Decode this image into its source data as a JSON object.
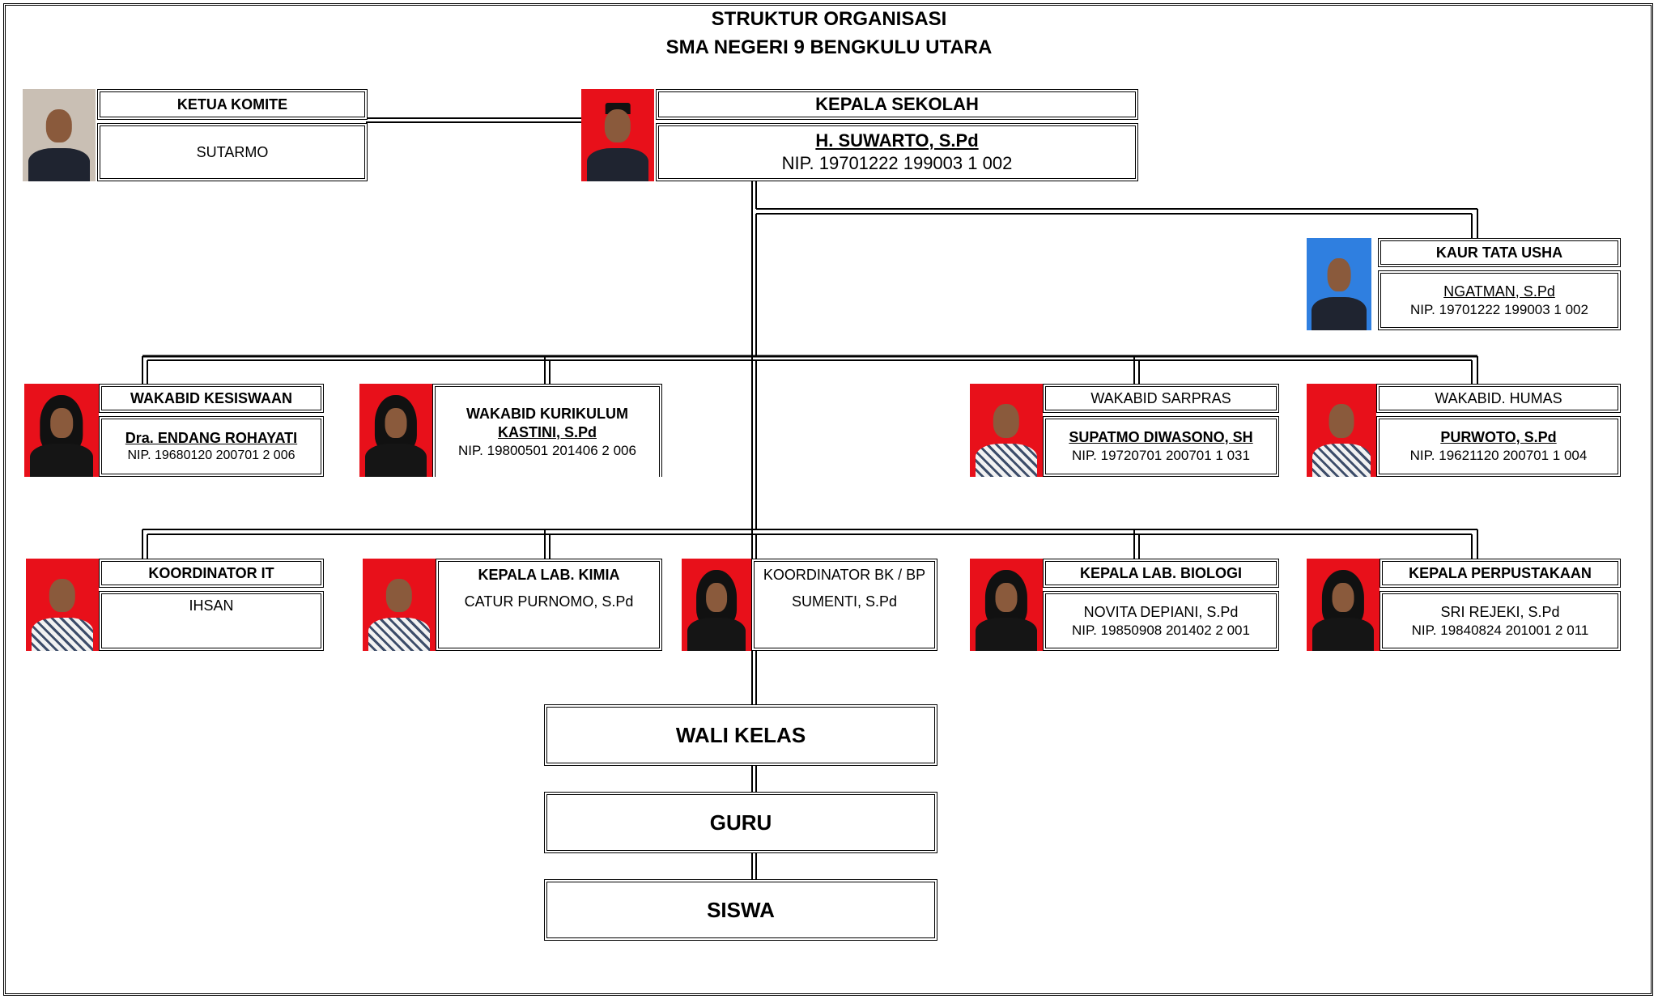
{
  "header": {
    "title": "STRUKTUR ORGANISASI",
    "subtitle": "SMA NEGERI 9 BENGKULU UTARA"
  },
  "people": {
    "ketua_komite": {
      "role": "KETUA KOMITE",
      "name": "SUTARMO"
    },
    "kepala_sekolah": {
      "role": "KEPALA SEKOLAH",
      "name": "H. SUWARTO, S.Pd",
      "nip": "NIP. 19701222 199003 1 002"
    },
    "kaur_tu": {
      "role": "KAUR TATA USHA",
      "name": "NGATMAN, S.Pd",
      "nip": "NIP.  19701222 199003 1 002"
    },
    "wakabid_kesiswaan": {
      "role": "WAKABID KESISWAAN",
      "name": "Dra. ENDANG ROHAYATI",
      "nip": "NIP. 19680120 200701 2 006"
    },
    "wakabid_kurikulum": {
      "role": "WAKABID KURIKULUM",
      "name": "KASTINI, S.Pd",
      "nip": "NIP. 19800501 201406 2 006"
    },
    "wakabid_sarpras": {
      "role": "WAKABID SARPRAS",
      "name": "SUPATMO DIWASONO, SH",
      "nip": "NIP. 19720701 200701 1 031"
    },
    "wakabid_humas": {
      "role": "WAKABID. HUMAS",
      "name": "PURWOTO, S.Pd",
      "nip": "NIP. 19621120 200701 1 004"
    },
    "koordinator_it": {
      "role": "KOORDINATOR IT",
      "name": "IHSAN"
    },
    "kepala_lab_kimia": {
      "role": "KEPALA  LAB. KIMIA",
      "name": "CATUR PURNOMO, S.Pd"
    },
    "koordinator_bk": {
      "role": "KOORDINATOR BK / BP",
      "name": "SUMENTI, S.Pd"
    },
    "kepala_lab_biologi": {
      "role": "KEPALA LAB. BIOLOGI",
      "name": "NOVITA DEPIANI, S.Pd",
      "nip": "NIP. 19850908 201402 2 001"
    },
    "kepala_perpustakaan": {
      "role": "KEPALA PERPUSTAKAAN",
      "name": "SRI REJEKI, S.Pd",
      "nip": "NIP. 19840824 201001 2 011"
    }
  },
  "levels": {
    "wali_kelas": "WALI KELAS",
    "guru": "GURU",
    "siswa": "SISWA"
  }
}
